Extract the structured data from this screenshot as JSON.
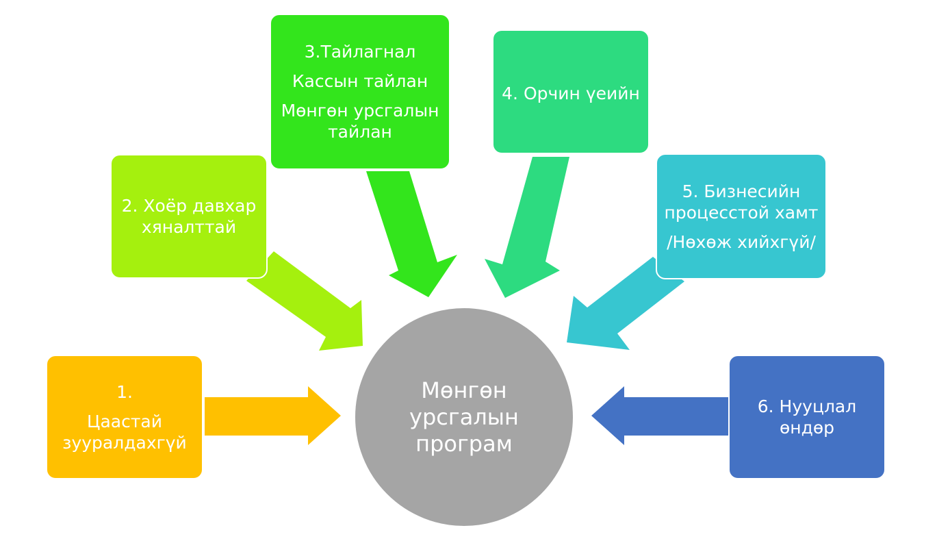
{
  "hub": {
    "lines": [
      "Мөнгөн",
      "урсгалын",
      "програм"
    ],
    "color": "#a5a5a5"
  },
  "boxes": {
    "b1": {
      "lines": [
        "1.",
        "Цаастай",
        "зууралдахгүй"
      ],
      "color": "#ffc000"
    },
    "b2": {
      "lines": [
        "2. Хоёр давхар",
        "хяналттай"
      ],
      "color": "#a5f00e"
    },
    "b3": {
      "lines": [
        "3.Тайлагнал",
        "Кассын тайлан",
        "Мөнгөн урсгалын",
        "тайлан"
      ],
      "color": "#33e51c"
    },
    "b4": {
      "lines": [
        "4. Орчин үеийн"
      ],
      "color": "#2ddb80"
    },
    "b5": {
      "lines": [
        "5. Бизнесийн",
        "процесстой хамт",
        "/Нөхөж хийхгүй/"
      ],
      "color": "#37c6d0"
    },
    "b6": {
      "lines": [
        "6. Нууцлал",
        "өндөр"
      ],
      "color": "#4472c4"
    }
  }
}
